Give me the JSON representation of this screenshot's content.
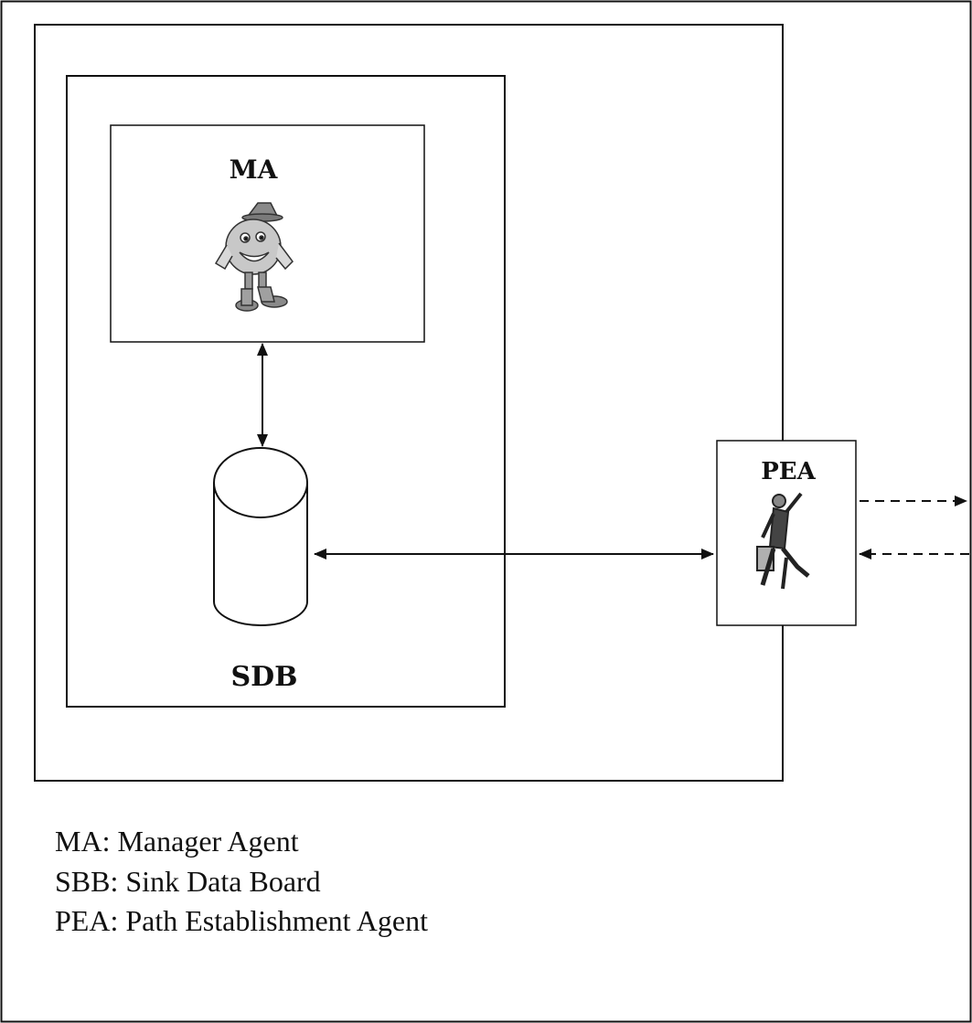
{
  "nodes": {
    "ma": {
      "label": "MA",
      "icon": "manager-agent-cartoon-icon"
    },
    "sdb": {
      "label": "SDB",
      "icon": "database-cylinder-icon"
    },
    "pea": {
      "label": "PEA",
      "icon": "walking-businessman-icon"
    }
  },
  "legend": [
    "MA: Manager Agent",
    "SBB: Sink Data Board",
    "PEA: Path Establishment Agent"
  ],
  "colors": {
    "stroke": "#111111",
    "background": "#ffffff",
    "icon_gray": "#9a9a9a"
  }
}
